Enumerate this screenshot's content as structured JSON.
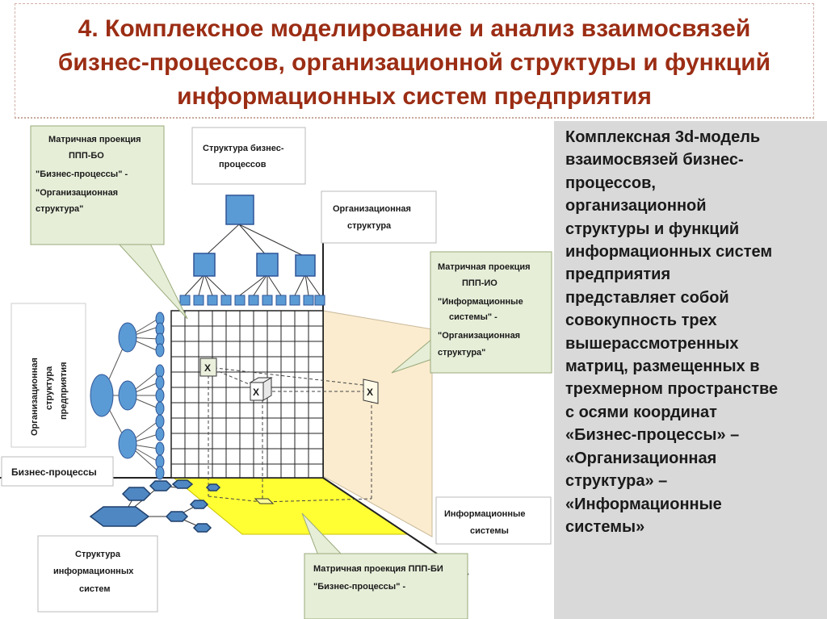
{
  "title": {
    "lines": [
      "4. Комплексное моделирование и анализ взаимосвязей",
      "бизнес-процессов, организационной структуры и функций",
      "информационных систем предприятия"
    ]
  },
  "info_panel": {
    "lines": [
      "Комплексная 3d-модель",
      "взаимосвязей бизнес-",
      "процессов,",
      "организационной",
      "структуры и функций",
      "информационных систем",
      "предприятия",
      "представляет собой",
      "совокупность трех",
      "вышерассмотренных",
      "матриц, размещенных в",
      "трехмерном пространстве",
      "с осями координат",
      "«Бизнес-процессы» –",
      "«Организационная",
      "структура» –",
      "«Информационные",
      "системы»"
    ]
  },
  "diagram": {
    "callout_bp_os": [
      "Матричная проекция",
      "ППП-БО",
      "\"Бизнес-процессы\" -",
      "\"Организационная",
      "структура\""
    ],
    "bp_structure": [
      "Структура бизнес-",
      "процессов"
    ],
    "org_structure_axis": [
      "Организационная",
      "структура"
    ],
    "callout_is_os": [
      "Матричная проекция",
      "ППП-ИО",
      "\"Информационные",
      "системы\" -",
      "\"Организационная",
      "структура\""
    ],
    "org_structure_enterprise": [
      "Организационная",
      "структура",
      "предприятия"
    ],
    "bp_axis": "Бизнес-процессы",
    "is_axis": [
      "Информационные",
      "системы"
    ],
    "is_structure": [
      "Структура",
      "информационных",
      "систем"
    ],
    "callout_bp_is": [
      "Матричная проекция ППП-БИ",
      "\"Бизнес-процессы\" -"
    ],
    "mark": "X",
    "colors": {
      "title": "#9b2d14",
      "node_blue": "#5b9bd5",
      "callout_green": "#e6eed8",
      "wall_beige": "#fbeccf",
      "floor_yellow": "#ffff33",
      "panel_gray": "#d9d9d9"
    }
  }
}
